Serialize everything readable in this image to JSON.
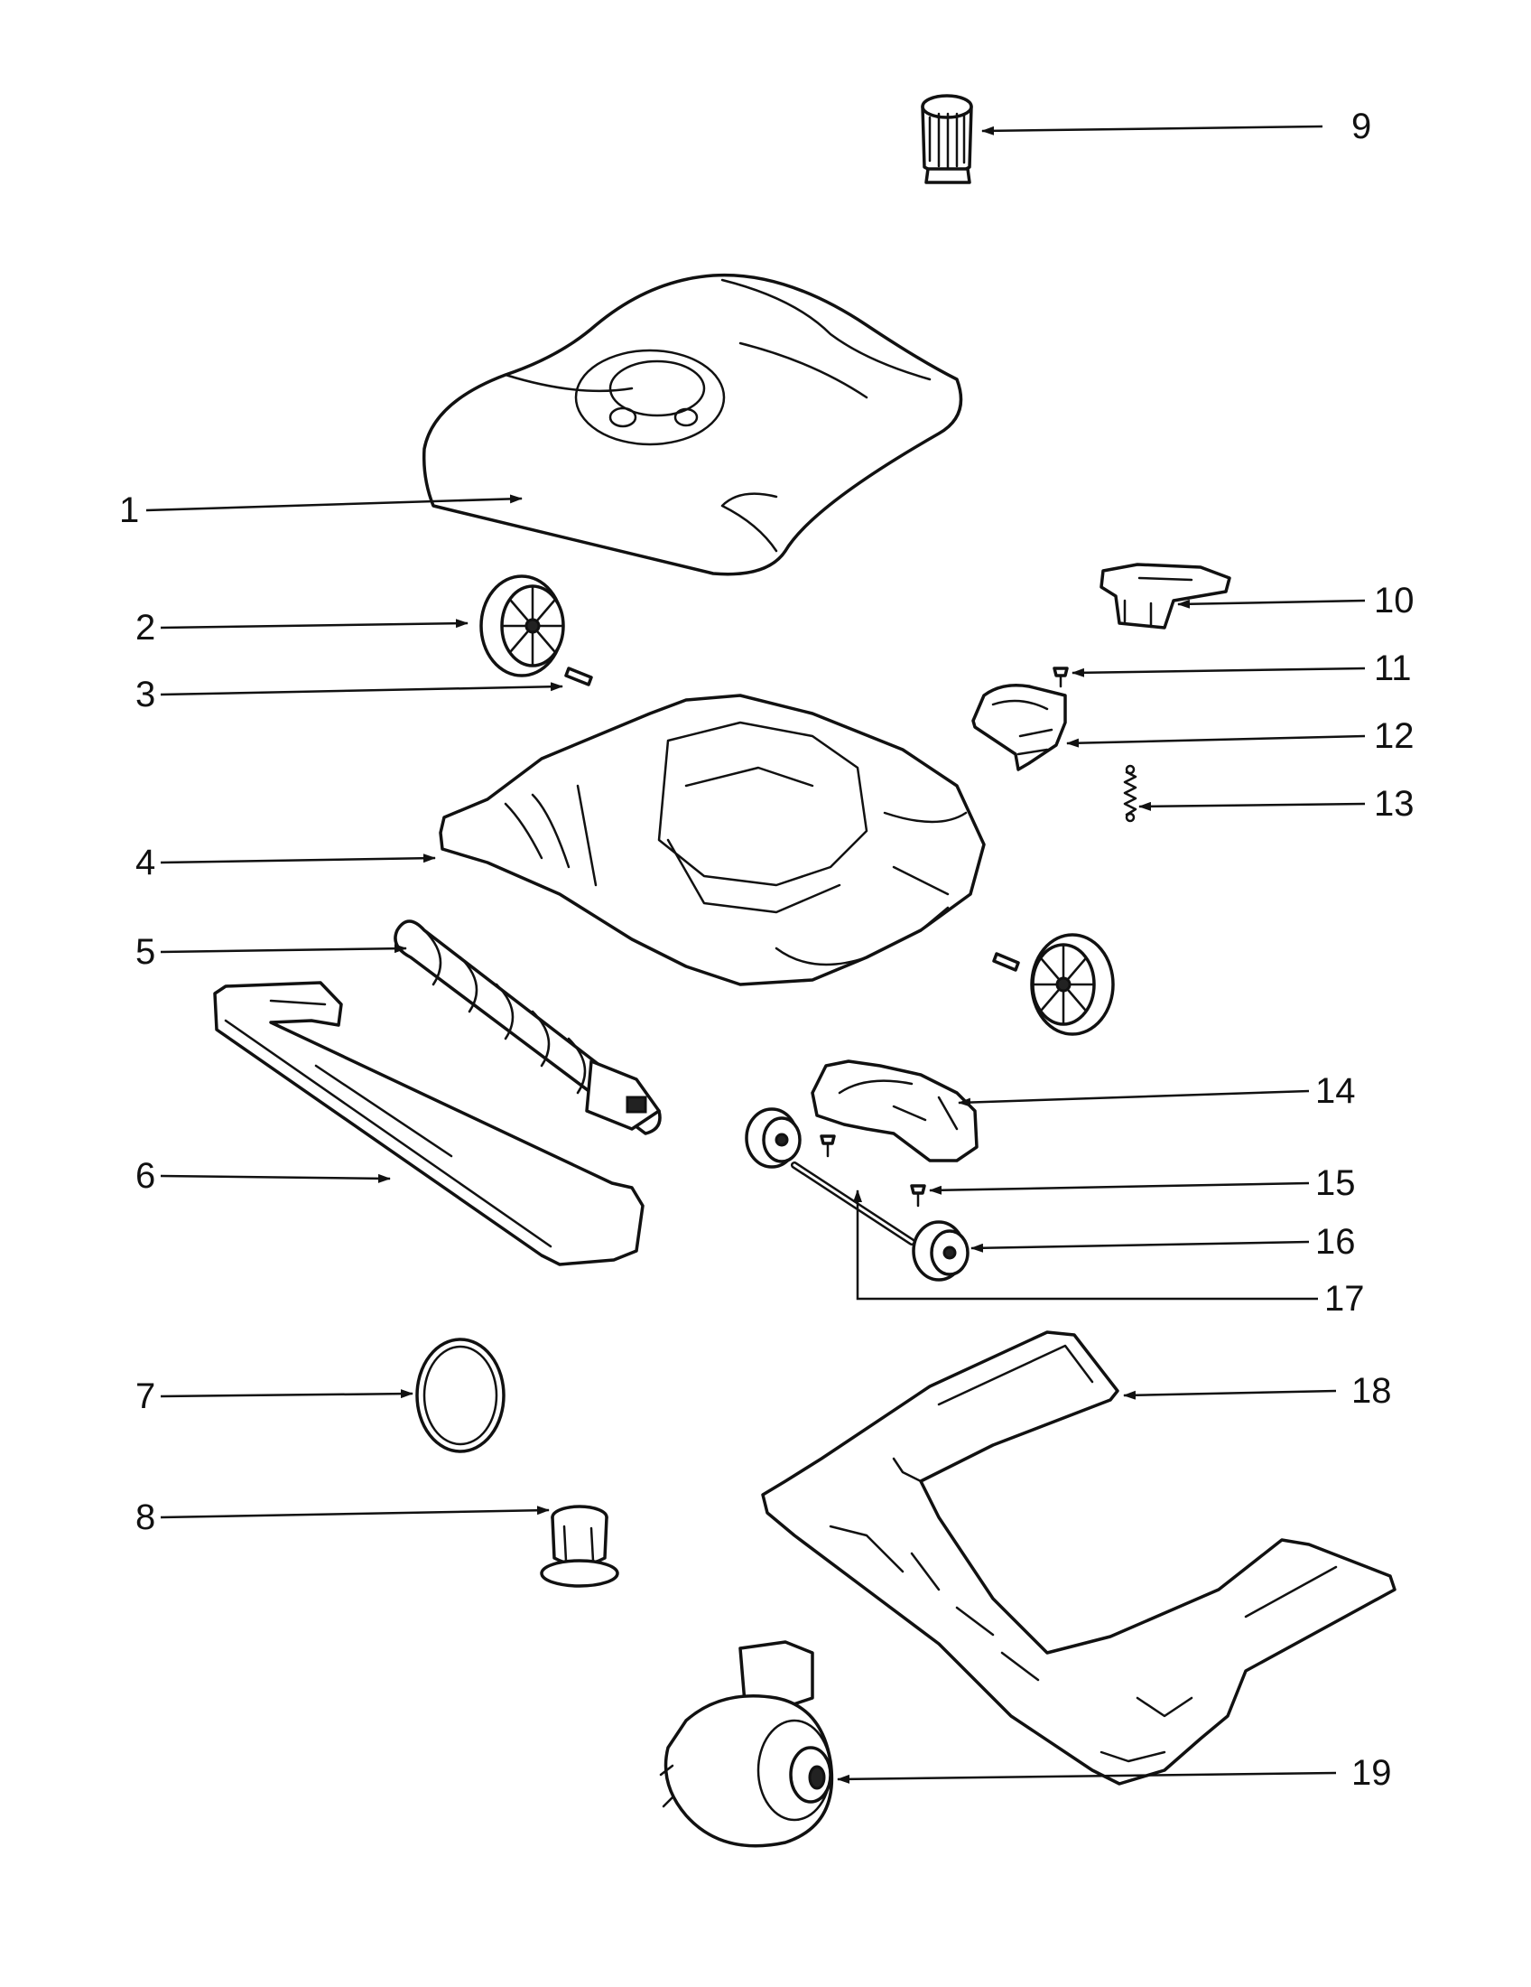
{
  "callouts": [
    {
      "id": "1",
      "label": "1"
    },
    {
      "id": "2",
      "label": "2"
    },
    {
      "id": "3",
      "label": "3"
    },
    {
      "id": "4",
      "label": "4"
    },
    {
      "id": "5",
      "label": "5"
    },
    {
      "id": "6",
      "label": "6"
    },
    {
      "id": "7",
      "label": "7"
    },
    {
      "id": "8",
      "label": "8"
    },
    {
      "id": "9",
      "label": "9"
    },
    {
      "id": "10",
      "label": "10"
    },
    {
      "id": "11",
      "label": "11"
    },
    {
      "id": "12",
      "label": "12"
    },
    {
      "id": "13",
      "label": "13"
    },
    {
      "id": "14",
      "label": "14"
    },
    {
      "id": "15",
      "label": "15"
    },
    {
      "id": "16",
      "label": "16"
    },
    {
      "id": "17",
      "label": "17"
    },
    {
      "id": "18",
      "label": "18"
    },
    {
      "id": "19",
      "label": "19"
    }
  ],
  "colors": {
    "ink": "#111111",
    "paper": "#ffffff"
  }
}
